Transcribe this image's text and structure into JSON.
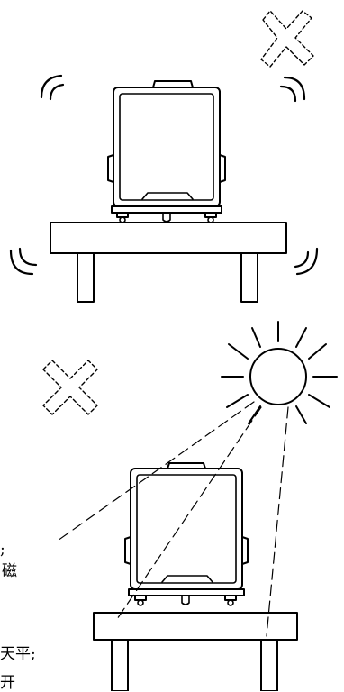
{
  "colors": {
    "ink": "#000000",
    "background": "#ffffff"
  },
  "icons": [
    "balance-icon",
    "cross-mark-icon",
    "vibration-arc-icon",
    "sun-icon"
  ],
  "text_fragments": {
    "frag_1": ";",
    "frag_2": "磁",
    "frag_3": "天平;",
    "frag_4": "开"
  }
}
